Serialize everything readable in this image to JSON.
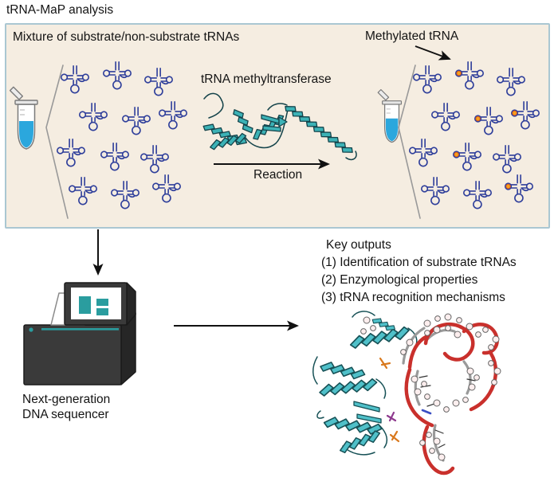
{
  "title": "tRNA-MaP analysis",
  "reaction_box": {
    "mixture_label": "Mixture of substrate/non-substrate tRNAs",
    "methylated_label": "Methylated tRNA",
    "enzyme_label": "tRNA methyltransferase",
    "reaction_label": "Reaction",
    "left_panel": {
      "trna_total": 12,
      "methylated_count": 0
    },
    "right_panel": {
      "trna_total": 12,
      "methylated_count": 5
    }
  },
  "sequencer": {
    "label_line1": "Next-generation",
    "label_line2": "DNA sequencer"
  },
  "key_outputs": {
    "heading": "Key outputs",
    "items": [
      "(1) Identification of substrate tRNAs",
      "(2) Enzymological properties",
      "(3) tRNA recognition mechanisms"
    ]
  },
  "icons": {
    "tube": "microcentrifuge-tube",
    "trna": "trna-cloverleaf",
    "methylated_trna": "trna-cloverleaf-with-methyl-mark",
    "enzyme": "protein-ribbon-cartoon",
    "sequencer": "benchtop-dna-sequencer",
    "complex": "protein-trna-complex-structure"
  },
  "colors": {
    "box_background": "#f5ede1",
    "box_border": "#aac7d2",
    "trna_outline": "#2f3f9b",
    "methyl_mark": "#f6a21d",
    "enzyme_ribbon": "#3cb2b6",
    "complex_protein": "#4fc0c9",
    "complex_rna": "#c9302c",
    "tube_liquid": "#2ba7dd",
    "sequencer_accent": "#2a9d9f"
  }
}
